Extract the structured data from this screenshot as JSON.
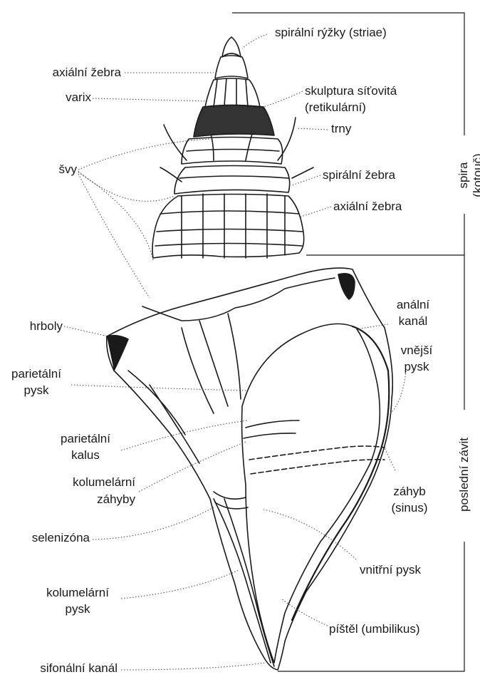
{
  "labels": {
    "spiral_striae": "spirální rýžky (striae)",
    "axial_ribs_top": "axiální žebra",
    "varix": "varix",
    "reticulate_line1": "skulptura síťovitá",
    "reticulate_line2": "(retikulární)",
    "spines": "trny",
    "sutures": "švy",
    "spiral_ribs": "spirální žebra",
    "axial_ribs_mid": "axiální žebra",
    "knobs": "hrboly",
    "anal_canal_line1": "anální",
    "anal_canal_line2": "kanál",
    "outer_lip_line1": "vnější",
    "outer_lip_line2": "pysk",
    "parietal_lip_line1": "parietální",
    "parietal_lip_line2": "pysk",
    "parietal_callus_line1": "parietální",
    "parietal_callus_line2": "kalus",
    "columellar_folds_line1": "kolumelární",
    "columellar_folds_line2": "záhyby",
    "sinus_line1": "záhyb",
    "sinus_line2": "(sinus)",
    "selenizone": "selenizóna",
    "inner_lip": "vnitřní pysk",
    "columellar_lip_line1": "kolumelární",
    "columellar_lip_line2": "pysk",
    "umbilicus": "píštěl (umbilikus)",
    "siphonal_canal": "sifonální kanál",
    "spire_line1": "spira",
    "spire_line2": "(kotouč)",
    "last_whorl": "poslední závit"
  },
  "colors": {
    "ink": "#1a1a1a",
    "dotted": "#555555",
    "background": "#ffffff"
  }
}
